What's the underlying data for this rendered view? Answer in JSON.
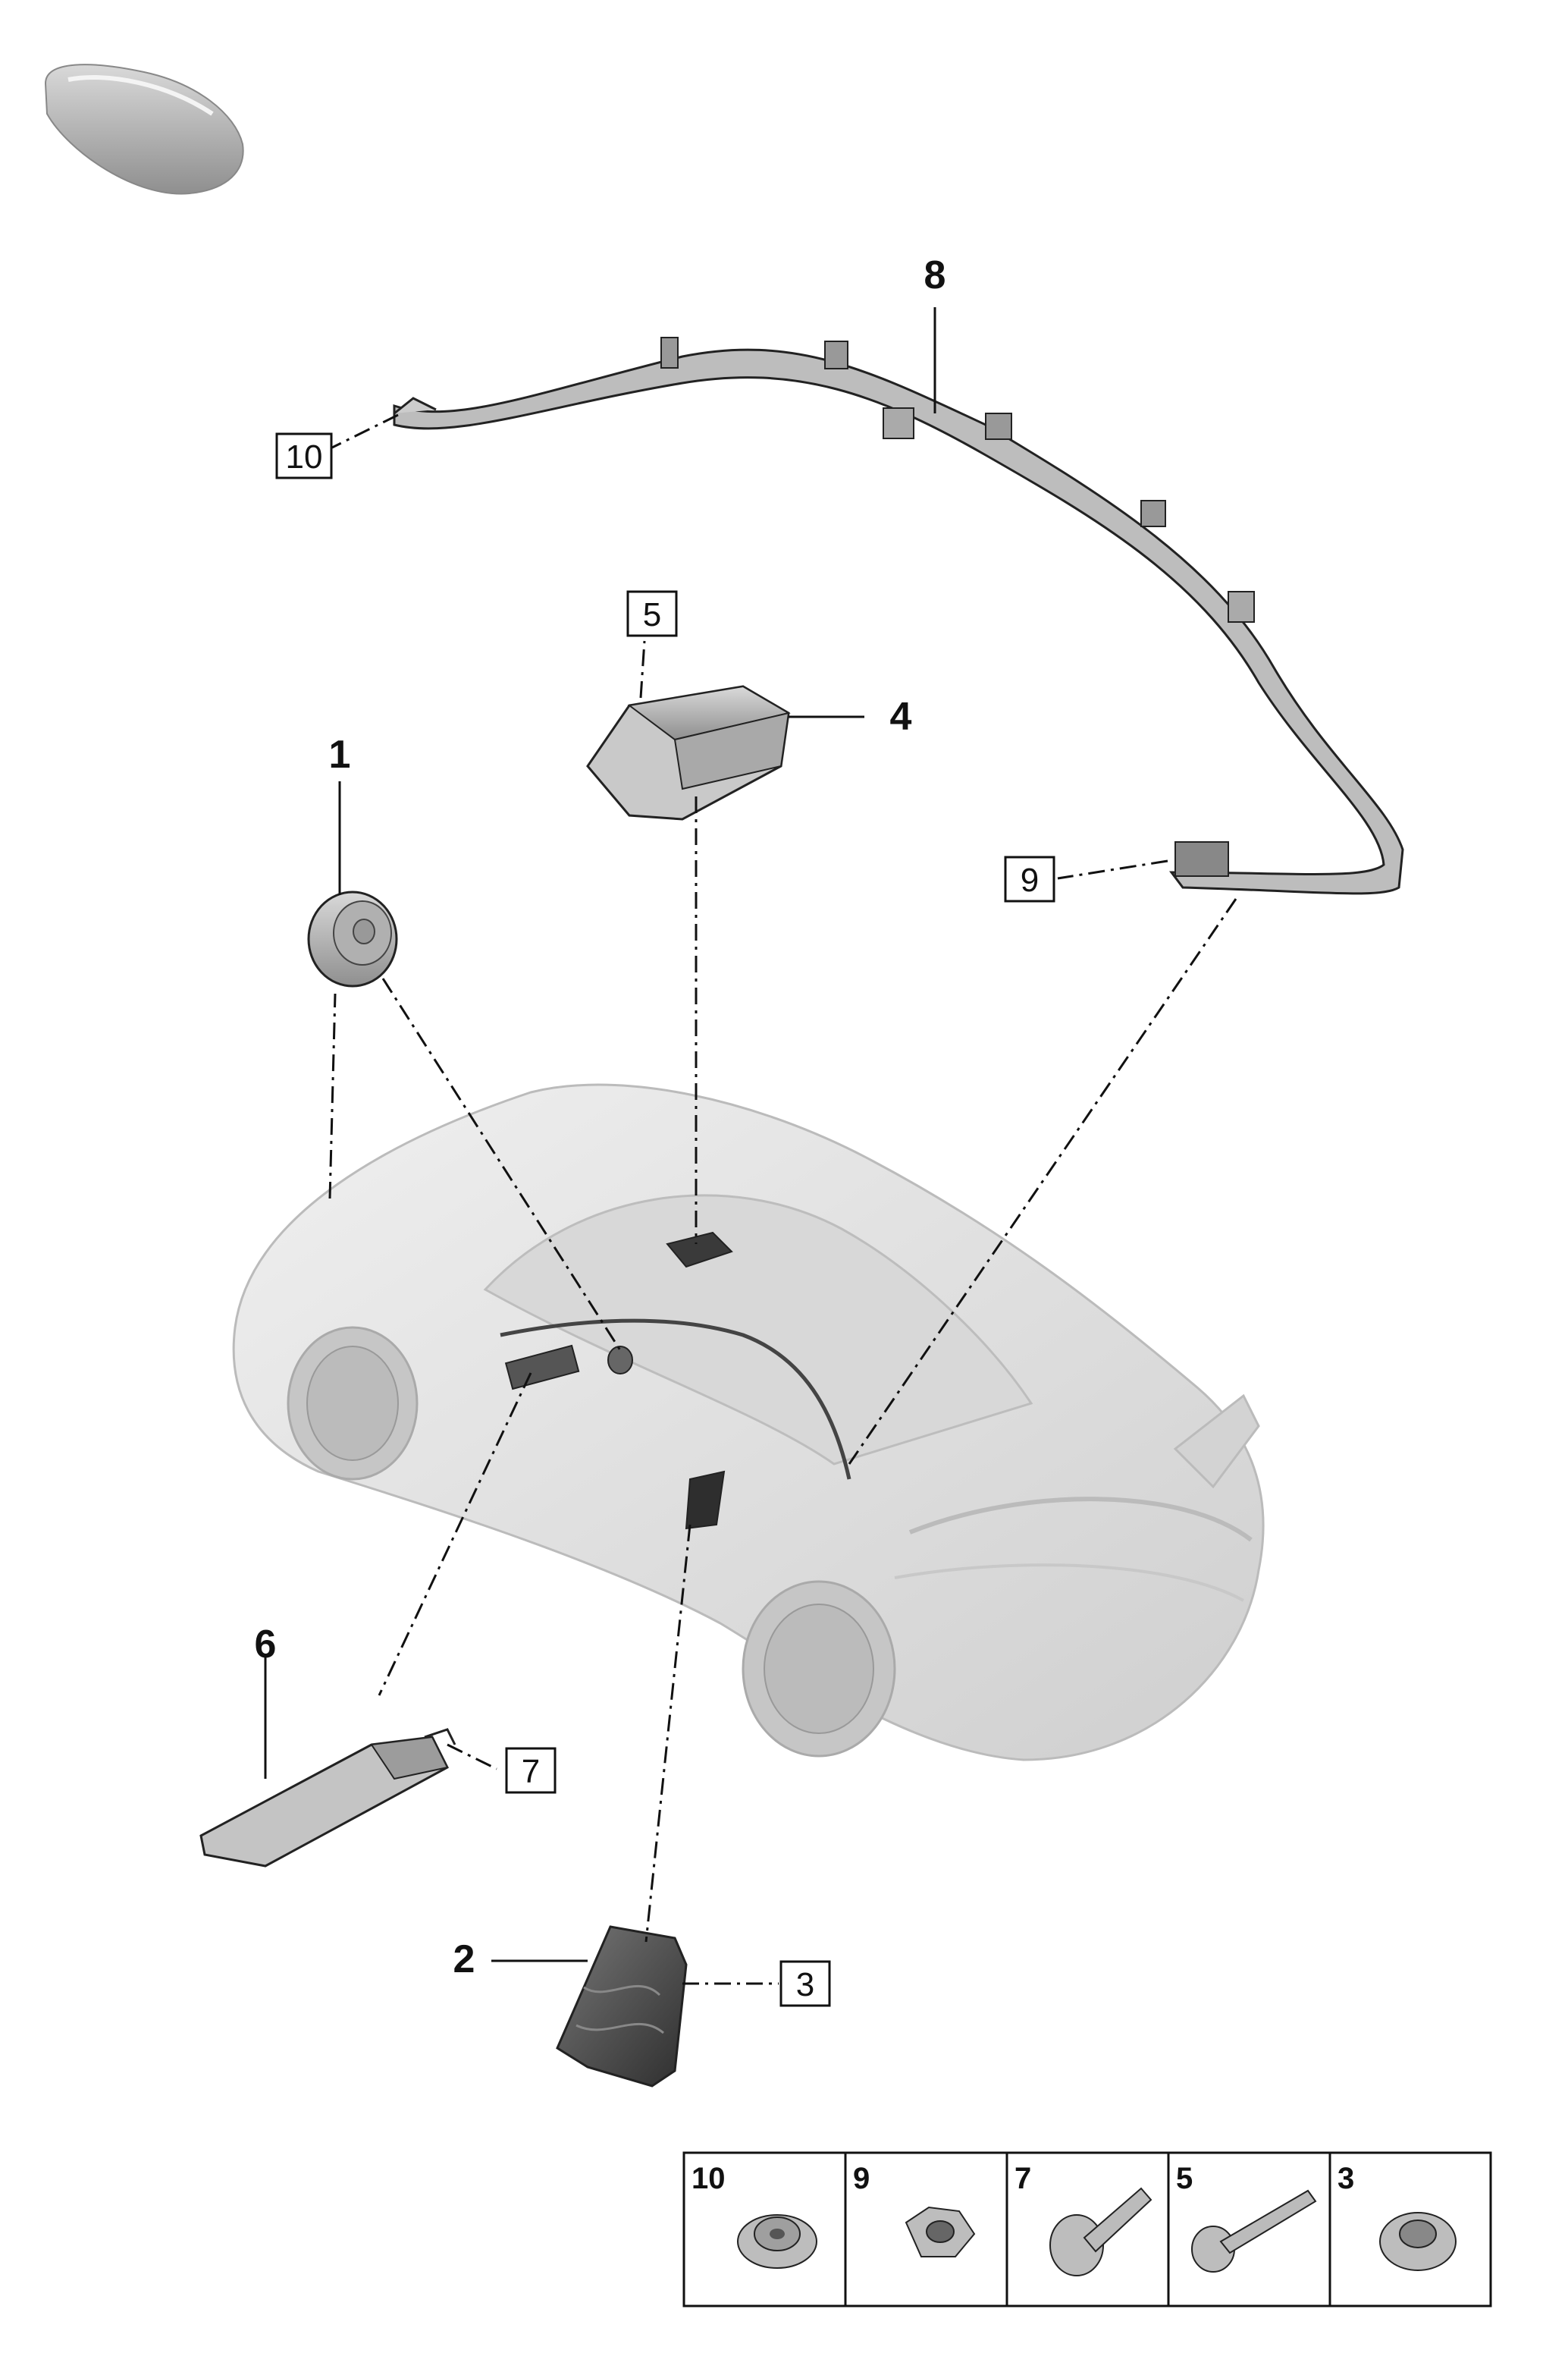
{
  "callouts": {
    "bold": [
      "1",
      "2",
      "4",
      "6",
      "8"
    ],
    "boxed": [
      "3",
      "5",
      "7",
      "9",
      "10"
    ]
  },
  "fastener_table": {
    "cells": [
      "10",
      "9",
      "7",
      "5",
      "3"
    ]
  },
  "colors": {
    "line": "#111111",
    "car_body": "#e4e4e4",
    "part_gray": "#9a9a9a",
    "dark_part": "#3a3a3a"
  },
  "icons": [
    "car-silhouette-icon"
  ]
}
